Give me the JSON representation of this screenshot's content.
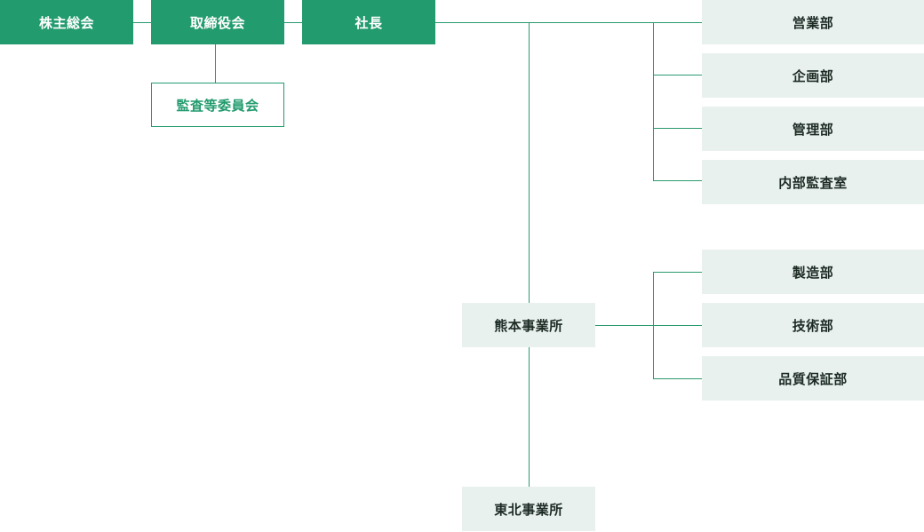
{
  "org_chart": {
    "top_row": {
      "shareholders": "株主総会",
      "board": "取締役会",
      "president": "社長"
    },
    "audit_committee": "監査等委員会",
    "hq_departments": [
      "営業部",
      "企画部",
      "管理部",
      "内部監査室"
    ],
    "kumamoto_office": {
      "name": "熊本事業所",
      "departments": [
        "製造部",
        "技術部",
        "品質保証部"
      ]
    },
    "tohoku_office": {
      "name": "東北事業所"
    }
  },
  "colors": {
    "primary_green": "#229b6e",
    "line_green": "#2a9a6f",
    "light_box": "#e9f1ee",
    "dark_text": "#1d2b25",
    "white": "#ffffff"
  }
}
